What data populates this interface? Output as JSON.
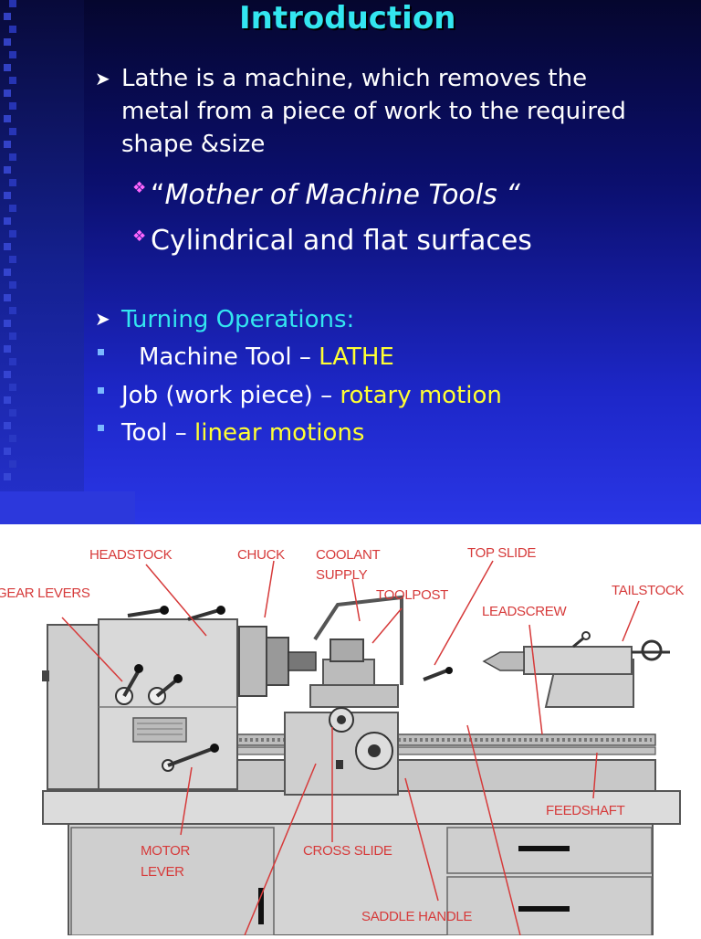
{
  "slide": {
    "title": "Introduction",
    "bullet1": {
      "line1": "Lathe is a machine, which removes the",
      "line2": "metal from a piece of work to the required",
      "line3": "shape &size"
    },
    "sub1_quote_open": "“",
    "sub1_text": "Mother of Machine Tools “",
    "sub2_text": "Cylindrical and flat surfaces",
    "turning_heading": "Turning Operations:",
    "items": [
      {
        "prefix": "Machine Tool – ",
        "highlight": "LATHE"
      },
      {
        "prefix": "Job (work piece) – ",
        "highlight": "rotary motion"
      },
      {
        "prefix": "Tool – ",
        "highlight": "linear motions"
      }
    ]
  },
  "diagram": {
    "labels": {
      "headstock": "HEADSTOCK",
      "chuck": "CHUCK",
      "coolant1": "COOLANT",
      "coolant2": "SUPPLY",
      "top_slide": "TOP SLIDE",
      "tailstock": "TAILSTOCK",
      "gear_levers": "GEAR LEVERS",
      "toolpost": "TOOLPOST",
      "leadscrew": "LEADSCREW",
      "feedshaft": "FEEDSHAFT",
      "motor1": "MOTOR",
      "motor2": "LEVER",
      "cross_slide": "CROSS SLIDE",
      "saddle_handle": "SADDLE HANDLE"
    }
  },
  "colors": {
    "title": "#33e6f0",
    "highlight": "#ffff33",
    "diamond": "#ff66ff",
    "label": "#d63a3a"
  }
}
